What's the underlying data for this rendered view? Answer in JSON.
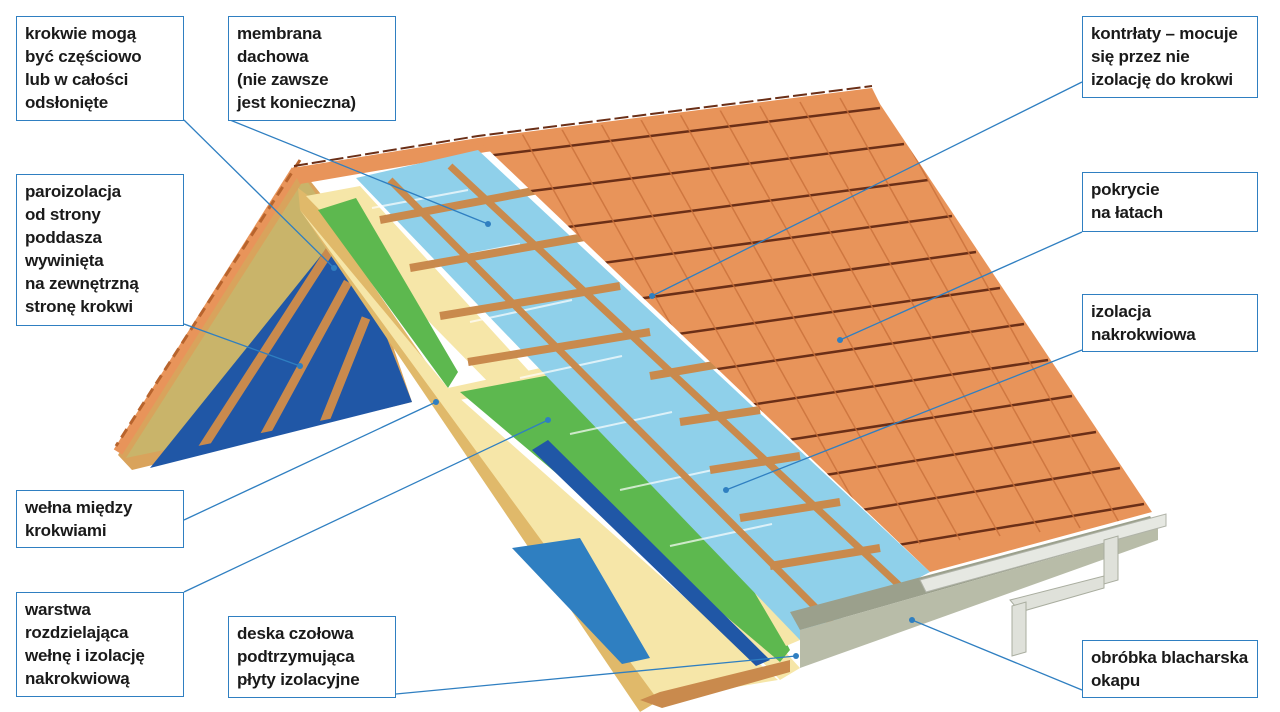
{
  "colors": {
    "leader": "#2f7fc1",
    "tile": "#e8945a",
    "tile_dark": "#6b2f17",
    "batten": "#c98a4d",
    "membrane": "#8fd0ea",
    "wool": "#f6e6a8",
    "board": "#5db84f",
    "vapor": "#2057a6"
  },
  "labels": {
    "rafters": [
      "krokwie mogą",
      "być częściowo",
      "lub w całości",
      "odsłonięte"
    ],
    "membrane": [
      "membrana",
      "dachowa",
      "(nie zawsze",
      "jest konieczna)"
    ],
    "counter_battens": [
      "kontrłaty – mocuje",
      "się przez nie",
      "izolację do krokwi"
    ],
    "vapor_barrier": [
      "paroizolacja",
      "od strony",
      "poddasza",
      "wywinięta",
      "na zewnętrzną",
      "stronę krokwi"
    ],
    "covering": [
      "pokrycie",
      "na łatach"
    ],
    "over_rafter": [
      "izolacja",
      "nakrokwiowa"
    ],
    "wool_between": [
      "wełna między",
      "krokwiami"
    ],
    "separating_layer": [
      "warstwa",
      "rozdzielająca",
      "wełnę i izolację",
      "nakrokwiową"
    ],
    "fascia_board": [
      "deska czołowa",
      "podtrzymująca",
      "płyty izolacyjne"
    ],
    "eaves_flashing": [
      "obróbka blacharska",
      "okapu"
    ]
  }
}
